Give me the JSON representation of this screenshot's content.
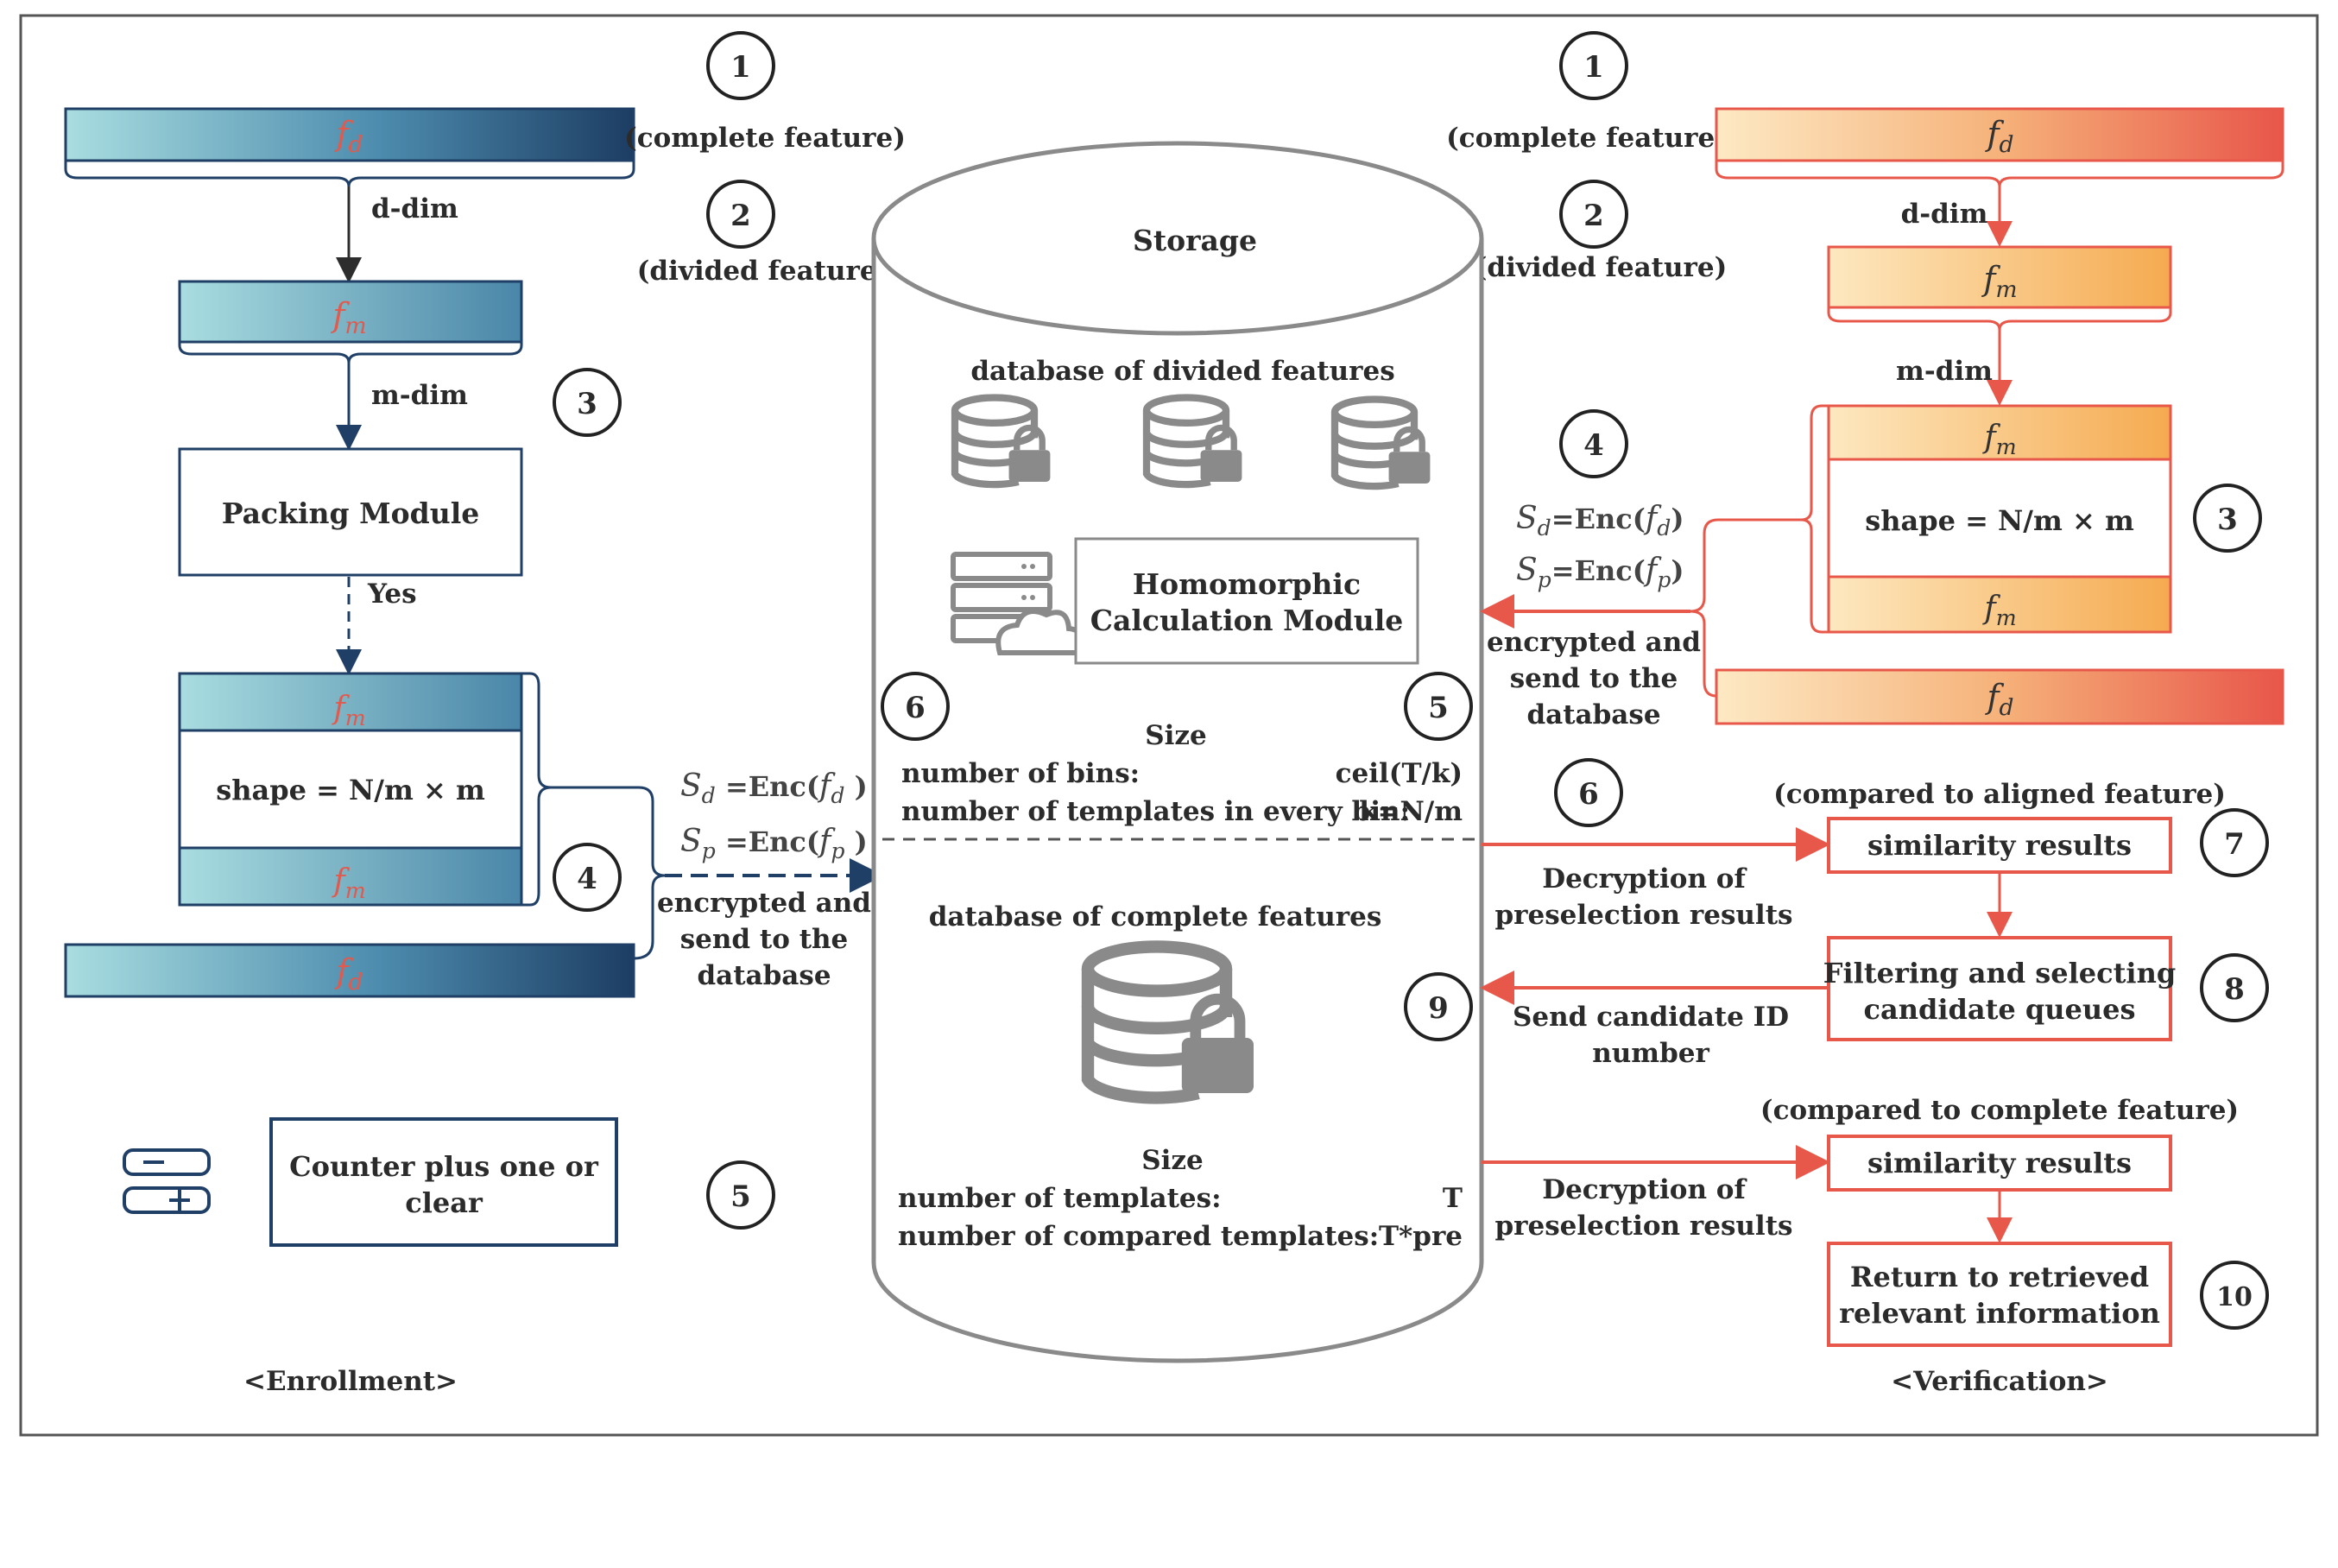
{
  "enrollment": {
    "fd": "f",
    "fd_sub": "d",
    "fm": "f",
    "fm_sub": "m",
    "d_dim": "d-dim",
    "m_dim": "m-dim",
    "packing": "Packing Module",
    "yes": "Yes",
    "shape": "shape = N/m × m",
    "sd_s": "S",
    "sd_s_sub": "d",
    "sd_rest": " =Enc(",
    "sd_f": "f",
    "sd_f_sub": "d",
    "sd_close": " )",
    "sp_s": "S",
    "sp_s_sub": "p",
    "sp_rest": " =Enc(",
    "sp_f": "f",
    "sp_f_sub": "p",
    "sp_close": " )",
    "send_1": "encrypted and",
    "send_2": "send to the",
    "send_3": "database",
    "counter_1": "Counter plus one or",
    "counter_2": "clear",
    "label": "<Enrollment>"
  },
  "middle": {
    "complete_feature_left": "(complete feature)",
    "divided_feature_left": "(divided feature)",
    "complete_feature_right": "(complete feature)",
    "divided_feature_right": "(divided feature)"
  },
  "storage": {
    "title": "Storage",
    "db_divided": "database of divided features",
    "hcm_1": "Homomorphic",
    "hcm_2": "Calculation Module",
    "size_1": "Size",
    "bins_label": "number of bins:",
    "bins_value": "ceil(T/k)",
    "tpl_bin_label": "number of templates in every bin:",
    "tpl_bin_value": "k=N/m",
    "db_complete": "database of complete features",
    "size_2": "Size",
    "templates_label": "number of templates:",
    "templates_value": "T",
    "compared_label": "number of compared templates:",
    "compared_value": "T*pre"
  },
  "verification": {
    "fd": "f",
    "fd_sub": "d",
    "fm": "f",
    "fm_sub": "m",
    "d_dim": "d-dim",
    "m_dim": "m-dim",
    "shape": "shape = N/m × m",
    "sd_s": "S",
    "sd_s_sub": "d",
    "sd_rest": "=Enc(",
    "sd_f": "f",
    "sd_f_sub": "d",
    "sd_close": ")",
    "sp_s": "S",
    "sp_s_sub": "p",
    "sp_rest": "=Enc(",
    "sp_f": "f",
    "sp_f_sub": "p",
    "sp_close": ")",
    "send_1": "encrypted and",
    "send_2": "send to the",
    "send_3": "database",
    "aligned": "(compared to aligned feature)",
    "similarity_1": "similarity results",
    "decrypt_1a": "Decryption of",
    "decrypt_1b": "preselection results",
    "filter_1": "Filtering and selecting",
    "filter_2": "candidate queues",
    "candidate_1": "Send candidate ID",
    "candidate_2": "number",
    "complete": "(compared to complete feature)",
    "similarity_2": "similarity results",
    "decrypt_2a": "Decryption of",
    "decrypt_2b": "preselection results",
    "return_1": "Return to retrieved",
    "return_2": "relevant information",
    "label": "<Verification>"
  },
  "steps": {
    "l1": "1",
    "l2": "2",
    "l3": "3",
    "l4": "4",
    "l5": "5",
    "r1": "1",
    "r2": "2",
    "r3": "3",
    "r4": "4",
    "s6": "6",
    "s5": "5",
    "s6b": "6",
    "s7": "7",
    "s8": "8",
    "s9": "9",
    "s10": "10"
  },
  "colors": {
    "enroll_dark": "#1f3f66",
    "enroll_light": "#a9dde0",
    "verify_light": "#fde8c0",
    "verify_mid": "#f5aa50",
    "verify_red": "#e8584a",
    "storage_gray": "#8a8a8a",
    "feature_red": "#e05a4e"
  },
  "icons": [
    "database-lock-icon",
    "server-cloud-icon",
    "minus-box-icon",
    "plus-box-icon"
  ]
}
